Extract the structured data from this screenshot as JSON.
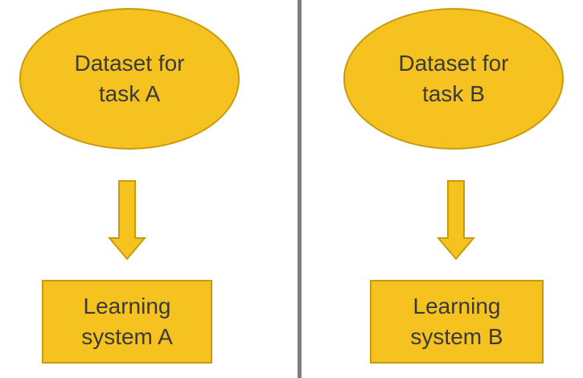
{
  "panels": [
    {
      "dataset_label_line1": "Dataset for",
      "dataset_label_line2": "task A",
      "system_label_line1": "Learning",
      "system_label_line2": "system A"
    },
    {
      "dataset_label_line1": "Dataset for",
      "dataset_label_line2": "task B",
      "system_label_line1": "Learning",
      "system_label_line2": "system B"
    }
  ],
  "colors": {
    "shape_fill": "#f6c21f",
    "shape_border": "#c99a0a",
    "text": "#3a3a3a",
    "divider": "#7f7f7f"
  }
}
